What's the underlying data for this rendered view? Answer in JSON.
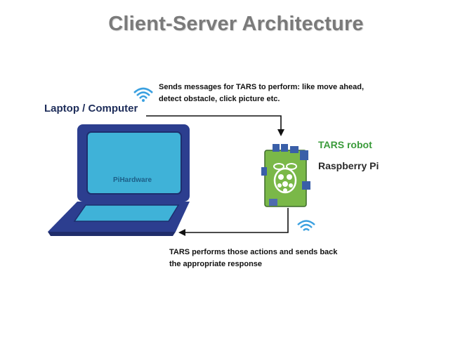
{
  "title": "Client-Server Architecture",
  "laptop": {
    "label": "Laptop / Computer",
    "screen_text": "PiHardware"
  },
  "messages": {
    "request_line1": "Sends messages for TARS to perform: like move ahead,",
    "request_line2": "detect obstacle, click picture etc.",
    "response_line1": "TARS performs those actions and sends back",
    "response_line2": "the appropriate response"
  },
  "robot": {
    "name": "TARS robot",
    "board": "Raspberry Pi"
  },
  "colors": {
    "title": "#7a7a7a",
    "laptop_frame": "#2c3e8f",
    "laptop_screen": "#3fb2d8",
    "board": "#7ab848",
    "tars_label": "#3a9b3a",
    "wifi": "#3aa0e0"
  },
  "icons": [
    "wifi-icon",
    "laptop-icon",
    "raspberry-pi-board-icon",
    "arrow-icon"
  ]
}
